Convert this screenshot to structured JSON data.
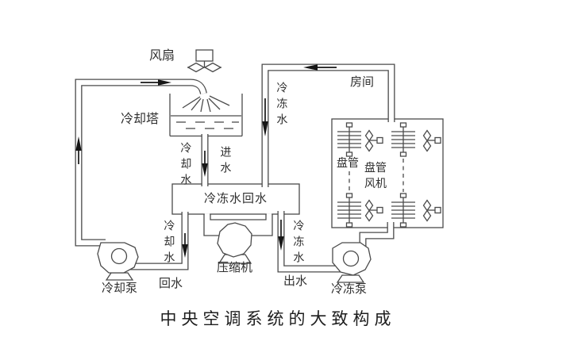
{
  "diagram": {
    "title": "中央空调系统的大致构成",
    "labels": {
      "fan": "风扇",
      "cooling_tower": "冷却塔",
      "cooling_water_tower": "冷却水",
      "inlet_water": "进水",
      "chilled_water_return_box": "冷冻水回水",
      "cooling_water_drain": "冷却水",
      "return_water": "回水",
      "cooling_pump": "冷却泵",
      "compressor": "压缩机",
      "chilled_water_drain": "冷冻水",
      "outlet_water": "出水",
      "chilled_pump": "冷冻泵",
      "room": "房间",
      "chilled_water_supply": "冷冻水",
      "coil": "盘管",
      "coil_fan": "盘管风机"
    },
    "colors": {
      "line": "#4a4a4a",
      "arrow": "#161616",
      "text": "#2f2f2f",
      "background": "#ffffff"
    }
  }
}
